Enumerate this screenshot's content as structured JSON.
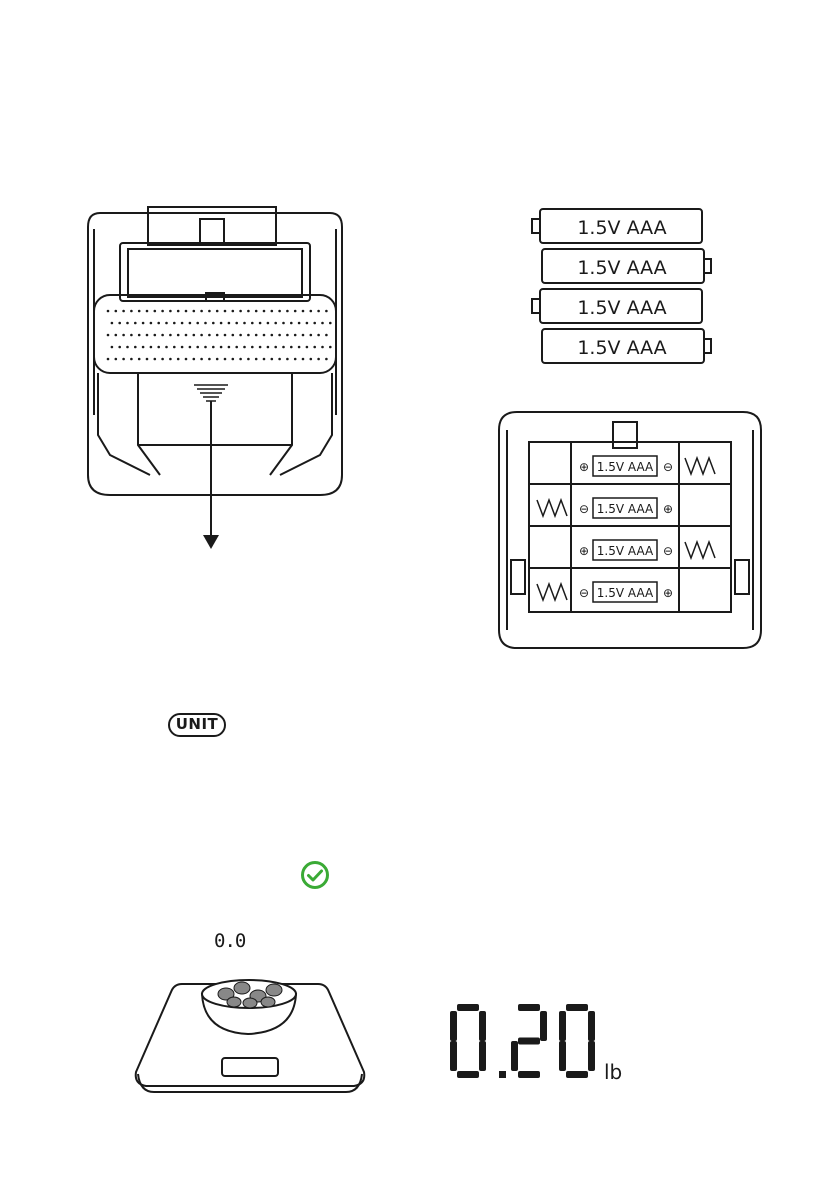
{
  "battery_label": "1.5V AAA",
  "buttons": {
    "unit": "UNIT"
  },
  "scale_display": {
    "initial": "0.0",
    "value": "0.20",
    "unit": "lb"
  },
  "colors": {
    "check": "#3aaa35",
    "ink": "#1a1a1a"
  },
  "icons": [
    "arrow-down-icon",
    "check-icon",
    "spring-icon",
    "bowl-icon"
  ]
}
